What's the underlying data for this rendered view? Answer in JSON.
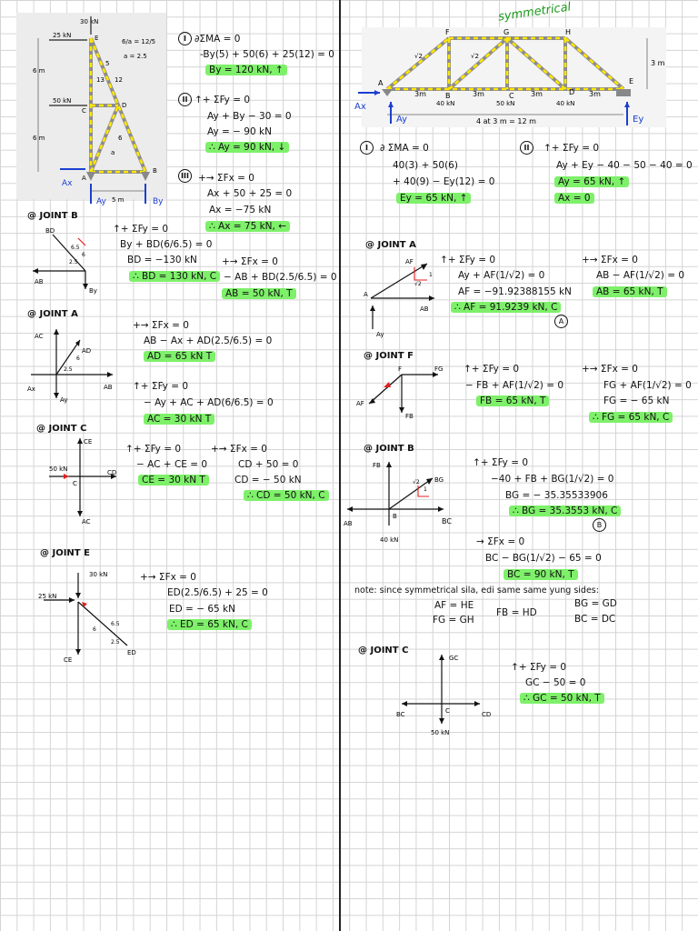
{
  "left": {
    "fig": {
      "top_load": "30 kN",
      "load_e": "25 kN",
      "load_c": "50 kN",
      "dim1": "6 m",
      "dim2": "6 m",
      "dim_base": "5 m",
      "n_e": "E",
      "n_c": "C",
      "n_d": "D",
      "n_a": "A",
      "n_b": "B",
      "tri_5": "5",
      "tri_12": "12",
      "tri_13": "13",
      "tri_6": "6",
      "tri_a": "a",
      "ratio": "6/a = 12/5",
      "ratio2": "a = 2.5",
      "ax": "Ax",
      "ay": "Ay",
      "by": "By"
    },
    "eq1": {
      "num": "I",
      "l1": "∂ΣMA = 0",
      "l2": "-By(5) + 50(6) + 25(12) = 0",
      "l3": "By = 120 kN, ↑"
    },
    "eq2": {
      "num": "II",
      "l1": "↑+ ΣFy = 0",
      "l2": "Ay + By − 30 = 0",
      "l3": "Ay = − 90 kN",
      "l4": "∴ Ay = 90 kN, ↓"
    },
    "eq3": {
      "num": "III",
      "l1": "+→ ΣFx = 0",
      "l2": "Ax + 50 + 25 = 0",
      "l3": "Ax = −75 kN",
      "l4": "∴ Ax = 75 kN, ←"
    },
    "jb": {
      "title": "@ JOINT B",
      "bd": "BD",
      "ab": "AB",
      "by": "By",
      "n65": "6.5",
      "n6": "6",
      "n25": "2.5",
      "l1": "↑+ ΣFy = 0",
      "l2": "By + BD(6/6.5) = 0",
      "l3": "BD = −130 kN",
      "l4": "∴ BD = 130 kN, C",
      "r1": "+→ ΣFx = 0",
      "r2": "− AB + BD(2.5/6.5) = 0",
      "r3": "AB = 50 kN, T"
    },
    "ja": {
      "title": "@ JOINT A",
      "ac": "AC",
      "ad": "AD",
      "ax": "Ax",
      "ay": "Ay",
      "ab": "AB",
      "n6": "6",
      "n25": "2.5",
      "l1": "+→ ΣFx = 0",
      "l2": "AB − Ax + AD(2.5/6.5) = 0",
      "l3": "AD = 65 kN T",
      "l4": "↑+ ΣFy = 0",
      "l5": "− Ay + AC + AD(6/6.5) = 0",
      "l6": "AC = 30 kN T"
    },
    "jc": {
      "title": "@ JOINT C",
      "ce": "CE",
      "cd": "CD",
      "ac": "AC",
      "load": "50 kN",
      "c": "C",
      "l1": "↑+ ΣFy = 0",
      "l2": "− AC + CE = 0",
      "l3": "CE = 30 kN T",
      "r1": "+→ ΣFx = 0",
      "r2": "CD + 50 = 0",
      "r3": "CD = − 50 kN",
      "r4": "∴ CD = 50 kN, C"
    },
    "je": {
      "title": "@ JOINT E",
      "top": "30 kN",
      "left": "25 kN",
      "ce": "CE",
      "ed": "ED",
      "n6": "6",
      "n65": "6.5",
      "n25": "2.5",
      "l1": "+→ ΣFx = 0",
      "l2": "ED(2.5/6.5) + 25 = 0",
      "l3": "ED = − 65 kN",
      "l4": "∴ ED = 65 kN, C"
    }
  },
  "right": {
    "fig": {
      "title": "symmetrical",
      "h": "3 m",
      "span": "4 at 3 m = 12 m",
      "n_a": "A",
      "n_b": "B",
      "n_c": "C",
      "n_d": "D",
      "n_e": "E",
      "n_f": "F",
      "n_g": "G",
      "n_h": "H",
      "l1": "40 kN",
      "l2": "50 kN",
      "l3": "40 kN",
      "d1": "3m",
      "d2": "3m",
      "d3": "3m",
      "d4": "3m",
      "r1": "√2",
      "r2": "√2",
      "ax": "Ax",
      "ay": "Ay",
      "ey": "Ey"
    },
    "eq1": {
      "num": "I",
      "l1": "∂ ΣMA = 0",
      "l2": "40(3) + 50(6)",
      "l3": "+ 40(9) − Ey(12) = 0",
      "l4": "Ey = 65 kN, ↑"
    },
    "eq2": {
      "num": "II",
      "l1": "↑+ ΣFy = 0",
      "l2": "Ay + Ey − 40 − 50 − 40 = 0",
      "l3": "Ay = 65 kN, ↑",
      "l4": "Ax = 0"
    },
    "ja": {
      "title": "@ JOINT A",
      "af": "AF",
      "ay": "Ay",
      "ab": "AB",
      "a": "A",
      "n1": "1",
      "n2": "√2",
      "l1": "↑+ ΣFy = 0",
      "l2": "Ay + AF(1/√2) = 0",
      "l3": "AF = −91.92388155 kN",
      "l4": "∴ AF = 91.9239 kN, C",
      "circ": "A",
      "r1": "+→ ΣFx = 0",
      "r2": "AB − AF(1/√2) = 0",
      "r3": "AB = 65 kN, T"
    },
    "jf": {
      "title": "@ JOINT F",
      "af": "AF",
      "fb": "FB",
      "fg": "FG",
      "f": "F",
      "l1": "↑+ ΣFy = 0",
      "l2": "− FB + AF(1/√2) = 0",
      "l3": "FB = 65 kN, T",
      "r1": "+→ ΣFx = 0",
      "r2": "FG + AF(1/√2) = 0",
      "r3": "FG = − 65 kN",
      "r4": "∴ FG = 65 kN, C"
    },
    "jb": {
      "title": "@ JOINT B",
      "fb": "FB",
      "bg": "BG",
      "bc": "BC",
      "ab": "AB",
      "load": "40 kN",
      "b": "B",
      "n1": "1",
      "n2": "√2",
      "l1": "↑+ ΣFy = 0",
      "l2": "−40 + FB + BG(1/√2) = 0",
      "l3": "BG = − 35.35533906",
      "l4": "∴ BG = 35.3553 kN, C",
      "circ": "B",
      "m1": "→ ΣFx = 0",
      "m2": "BC − BG(1/√2) − 65 = 0",
      "m3": "BC = 90 kN, T"
    },
    "note": {
      "l1": "note: since symmetrical sila, edi same same yung sides:",
      "a": "AF = HE",
      "b": "FG = GH",
      "c": "FB = HD",
      "d": "BG = GD",
      "e": "BC = DC"
    },
    "jc": {
      "title": "@ JOINT C",
      "gc": "GC",
      "bc": "BC",
      "cd": "CD",
      "c": "C",
      "load": "50 kN",
      "l1": "↑+ ΣFy = 0",
      "l2": "GC − 50 = 0",
      "l3": "∴ GC = 50 kN, T"
    }
  }
}
